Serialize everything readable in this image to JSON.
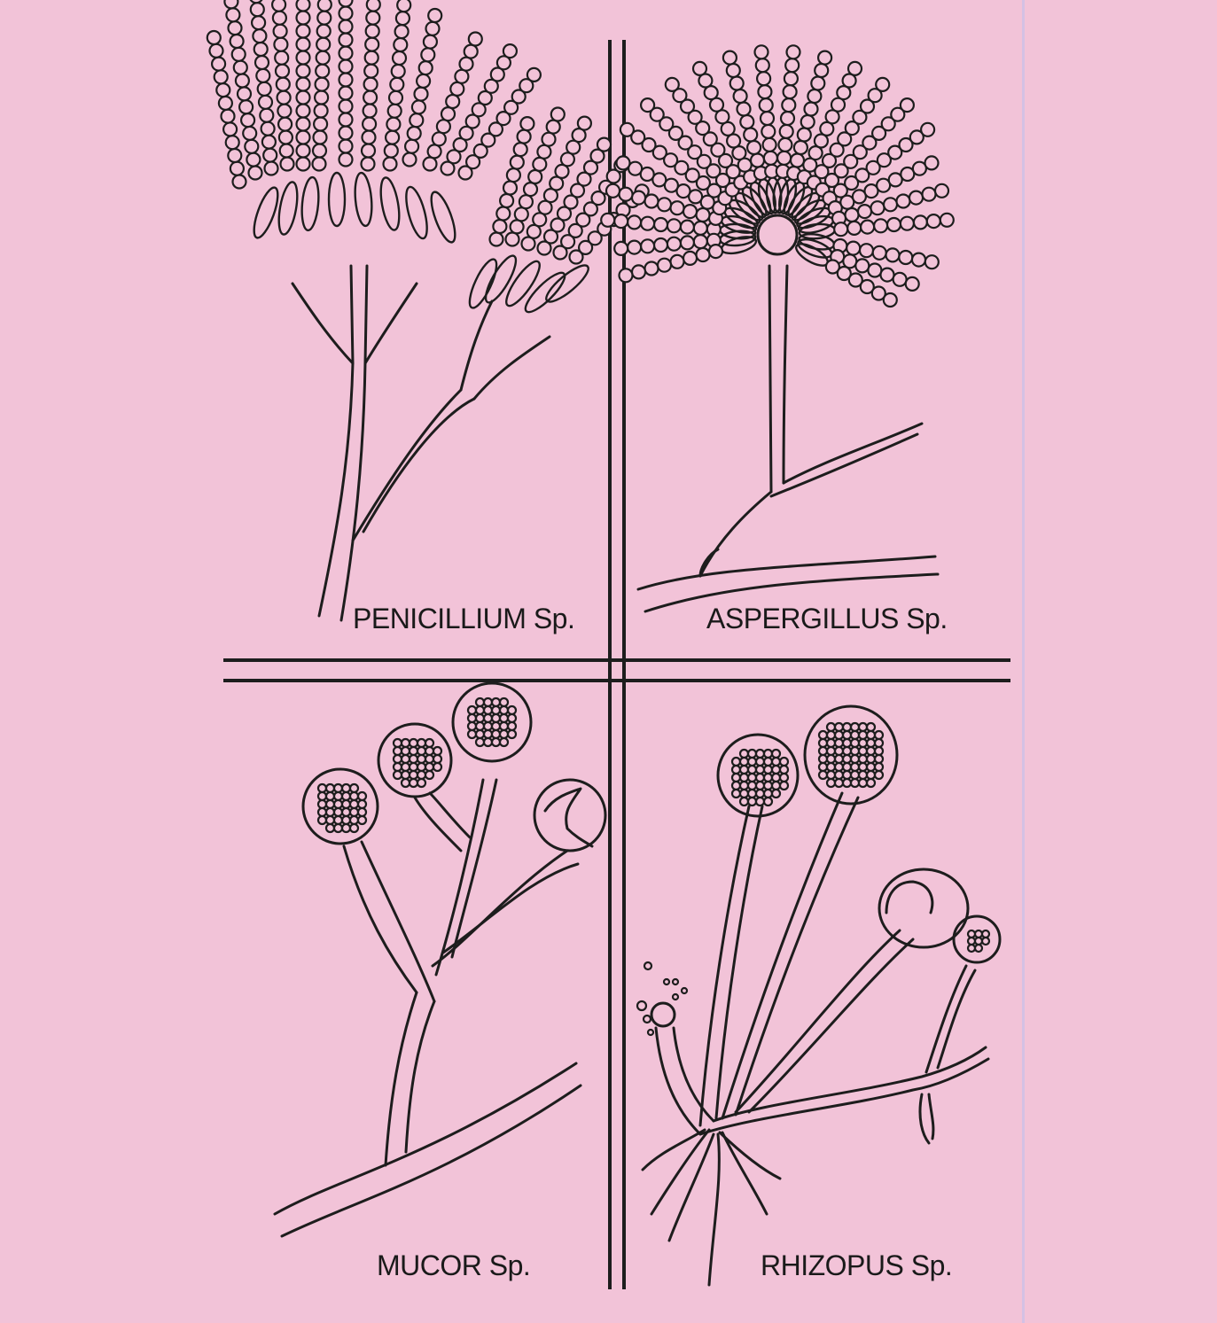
{
  "panels": {
    "penicillium": {
      "label": "PENICILLIUM Sp."
    },
    "aspergillus": {
      "label": "ASPERGILLUS Sp."
    },
    "mucor": {
      "label": "MUCOR Sp."
    },
    "rhizopus": {
      "label": "RHIZOPUS Sp."
    }
  },
  "colors": {
    "background": "#f2c3d8",
    "ink": "#1d1d1d"
  }
}
